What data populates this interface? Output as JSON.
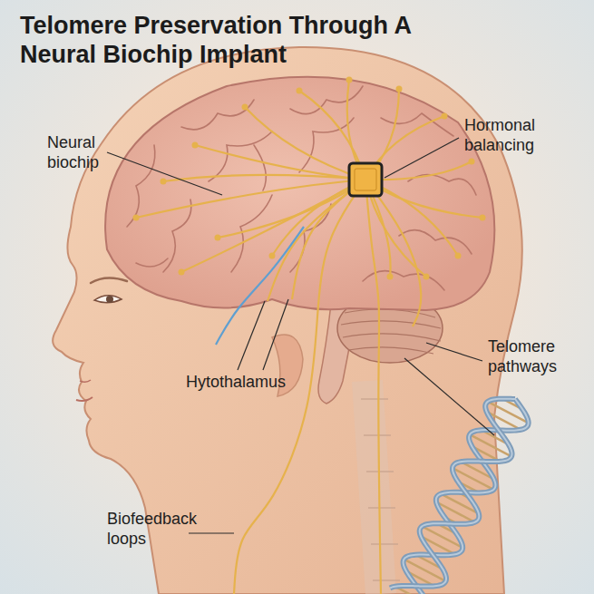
{
  "diagram": {
    "title": "Telomere Preservation Through A Neural Biochip Implant",
    "labels": [
      "Neural biochip",
      "Hormonal balancing",
      "Telomere pathways",
      "Hytothalamus",
      "Biofeedback loops"
    ]
  }
}
